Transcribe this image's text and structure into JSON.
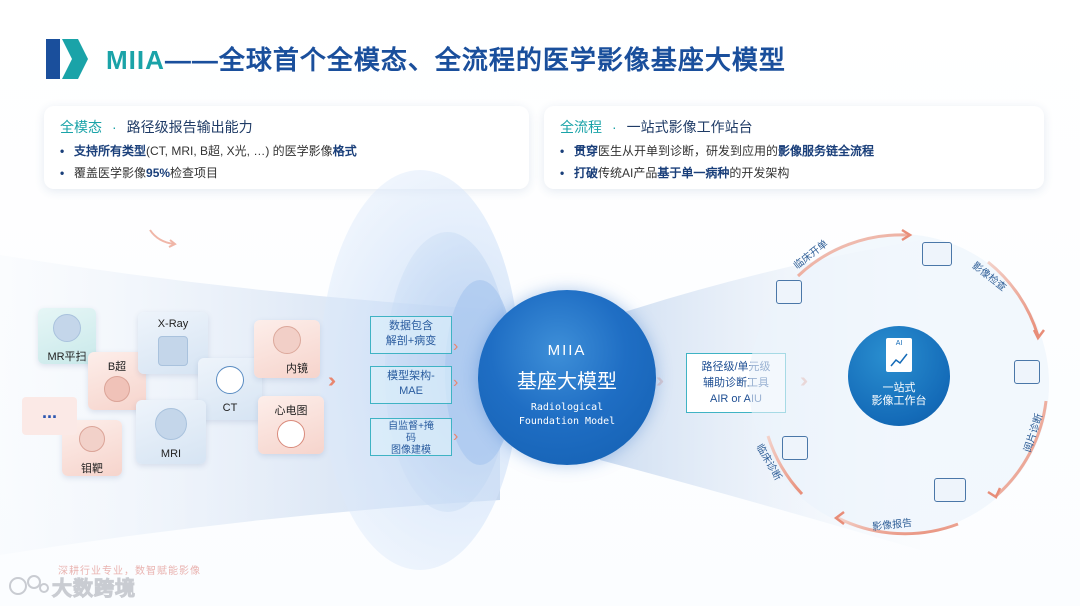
{
  "title": {
    "brand": "MIIA",
    "dash": "——",
    "text": "全球首个全模态、全流程的医学影像基座大模型"
  },
  "left_card": {
    "head": "全模态",
    "sep": "·",
    "sub": "路径级报告输出能力",
    "line1_bold": "支持所有类型",
    "line1_mid": "(CT, MRI, B超, X光, …) 的医学影像",
    "line1_bold2": "格式",
    "line2_pre": "覆盖医学影像",
    "line2_bold": "95%",
    "line2_post": "检查项目"
  },
  "right_card": {
    "head": "全流程",
    "sep": "·",
    "sub": "一站式影像工作站台",
    "line1_bold": "贯穿",
    "line1_mid": "医生从开单到诊断，研发到应用的",
    "line1_bold2": "影像服务链全流程",
    "line2_bold": "打破",
    "line2_mid": "传统AI产品",
    "line2_bold2": "基于单一病种",
    "line2_post": "的开发架构"
  },
  "modalities": {
    "mr": "MR平扫",
    "bus": "B超",
    "xray": "X-Ray",
    "ct": "CT",
    "endo": "内镜",
    "ecg": "心电图",
    "mri": "MRI",
    "mammo": "钼靶",
    "more": "..."
  },
  "features": {
    "f1": "数据包含\n解剖+病变",
    "f2": "模型架构-\nMAE",
    "f3": "自监督+掩\n码\n图像建模"
  },
  "core": {
    "name": "MIIA",
    "title": "基座大模型",
    "en_line1": "Radiological",
    "en_line2": "Foundation Model"
  },
  "tool": {
    "line1": "路径级/单元级",
    "line2": "辅助诊断工具",
    "line3": "AIR or AIU"
  },
  "workstation": {
    "ai": "AI",
    "line1": "一站式",
    "line2": "影像工作台"
  },
  "steps": {
    "s1": "临床开单",
    "s2": "影像检查",
    "s3": "阅片诊断",
    "s4": "影像报告",
    "s5": "临床诊断"
  },
  "watermark": {
    "slogan": "深耕行业专业，数智赋能影像",
    "brand": "大数跨境"
  },
  "colors": {
    "title_blue": "#1a4f9c",
    "brand_teal": "#1aa3a8",
    "core_blue": "#1f6ec4",
    "arrow_orange": "#e8866f"
  }
}
